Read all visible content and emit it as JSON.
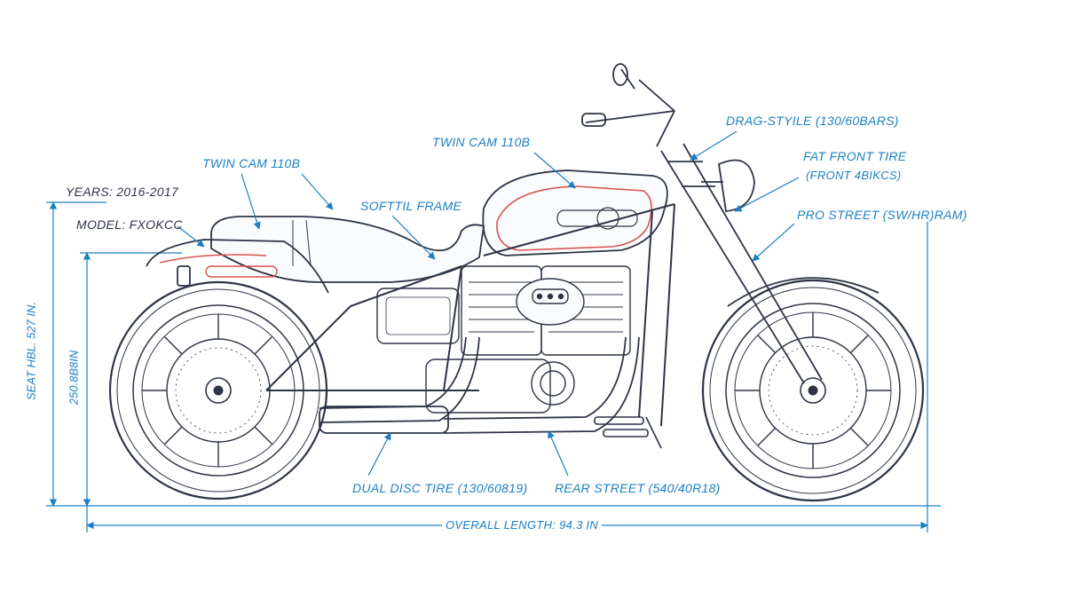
{
  "specs": {
    "years": "YEARS: 2016-2017",
    "model": "MODEL: FXOKCC"
  },
  "callouts": {
    "twin_cam_left": "TWIN CAM 110B",
    "twin_cam_top": "TWIN CAM 110B",
    "softail_frame": "SOFTTIL FRAME",
    "drag_style": "DRAG-STYILE (130/60BARS)",
    "fat_front_tire_1": "FAT FRONT TIRE",
    "fat_front_tire_2": "(FRONT 4BIKCS)",
    "pro_street": "PRO STREET (SW/HR)RAM)",
    "dual_disc": "DUAL DISC TIRE (130/60819)",
    "rear_street": "REAR STREET (540/40R18)"
  },
  "dimensions": {
    "seat_height_1": "SEAT HBL. 527 IN.",
    "seat_height_2": "250.8B8IN",
    "overall_length": "OVERALL LENGTH: 94.3 IN"
  },
  "colors": {
    "line": "#2d3446",
    "accent_red": "#d9534f",
    "callout_blue": "#1a7fc4",
    "annotation_dark": "#2d3446"
  }
}
